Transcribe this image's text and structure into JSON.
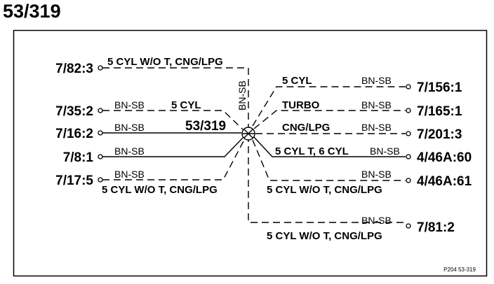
{
  "title": "53/319",
  "node": "53/319",
  "color_code": "BN-SB",
  "footer_ref": "P204 53-319",
  "left_terminals": [
    "7/82:3",
    "7/35:2",
    "7/16:2",
    "7/8:1",
    "7/17:5"
  ],
  "right_terminals": [
    "7/156:1",
    "7/165:1",
    "7/201:3",
    "4/46A:60",
    "4/46A:61",
    "7/81:2"
  ],
  "labels": {
    "w_o_t": "5 CYL W/O T, CNG/LPG",
    "five_cyl": "5 CYL",
    "turbo": "TURBO",
    "cng_lpg": "CNG/LPG",
    "five_cyl_t_six_cyl": "5 CYL T, 6 CYL"
  }
}
